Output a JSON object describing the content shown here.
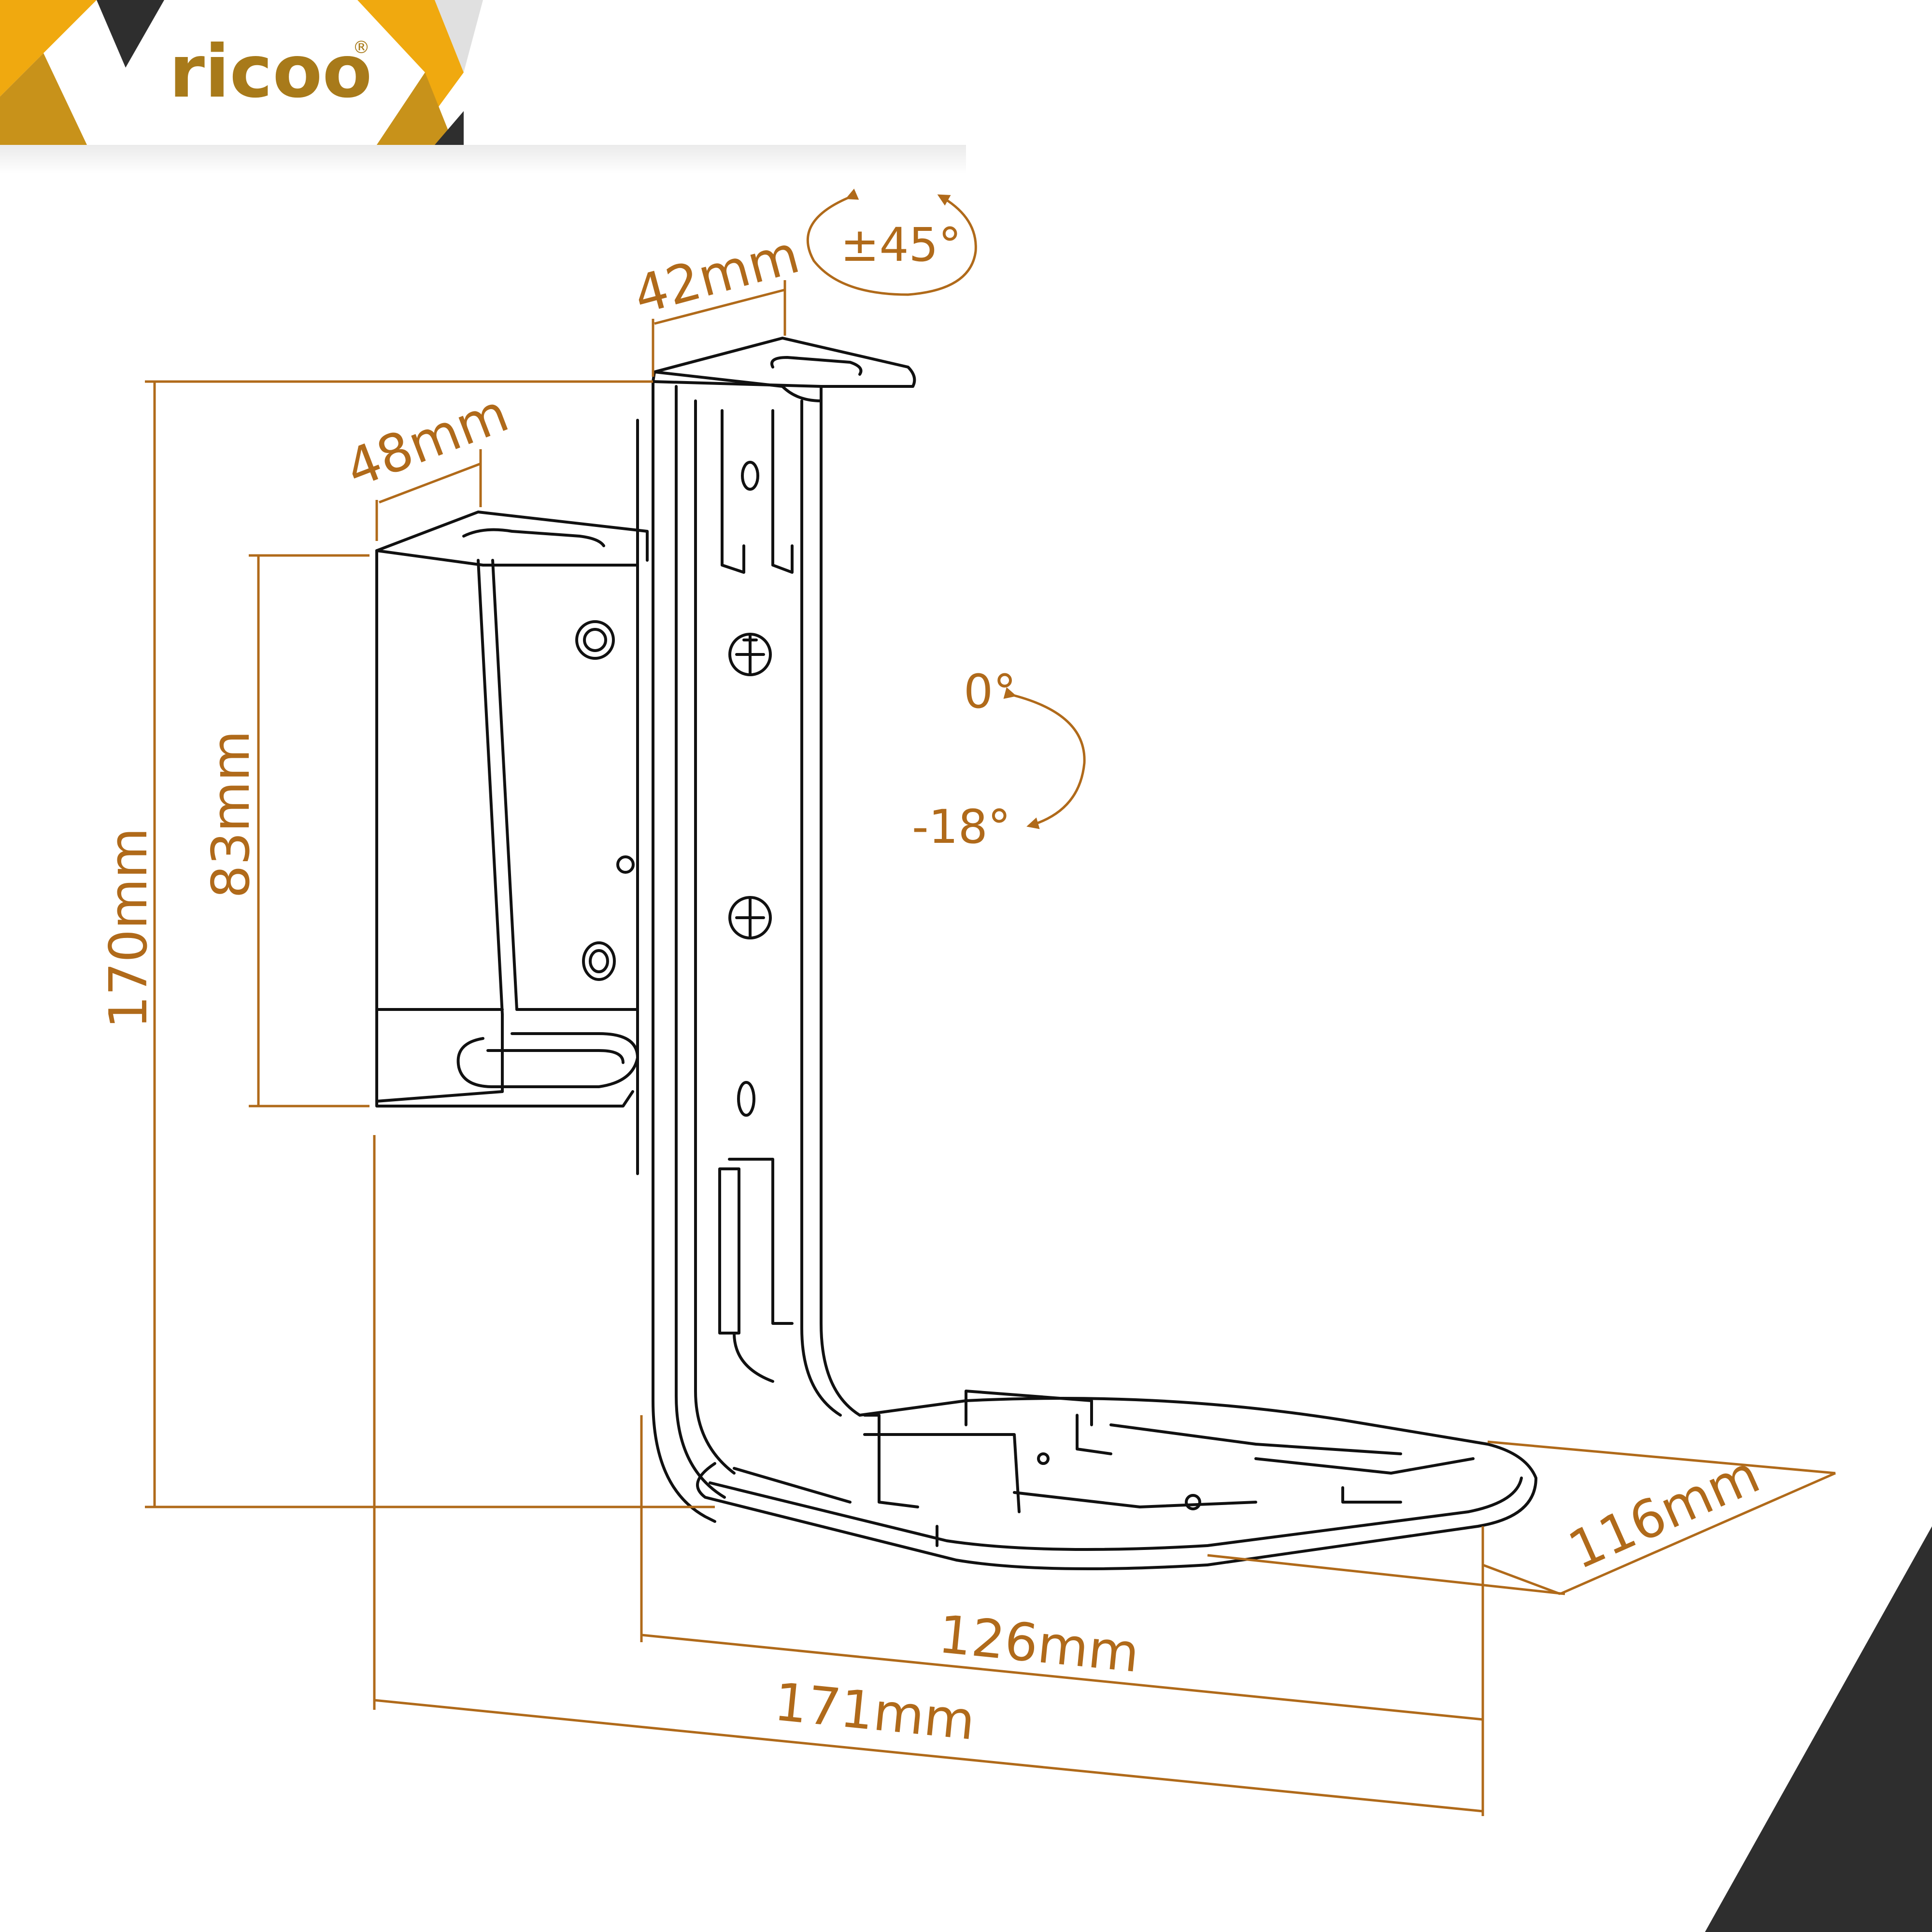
{
  "brand": {
    "logo_text": "ricoo",
    "registered_mark": "®",
    "colors": {
      "gold": "#f0a90f",
      "dark": "#2e2e2e",
      "mid_gold": "#c8921a",
      "logo_brown": "#a87a1a"
    }
  },
  "dimension_color": "#b06a1a",
  "dimensions": {
    "top_depth": "42mm",
    "clamp_depth": "48mm",
    "clamp_height": "83mm",
    "total_height": "170mm",
    "shelf_depth": "116mm",
    "shelf_width": "126mm",
    "total_width": "171mm"
  },
  "angles": {
    "swivel": "±45°",
    "tilt_top": "0°",
    "tilt_bottom": "-18°"
  }
}
